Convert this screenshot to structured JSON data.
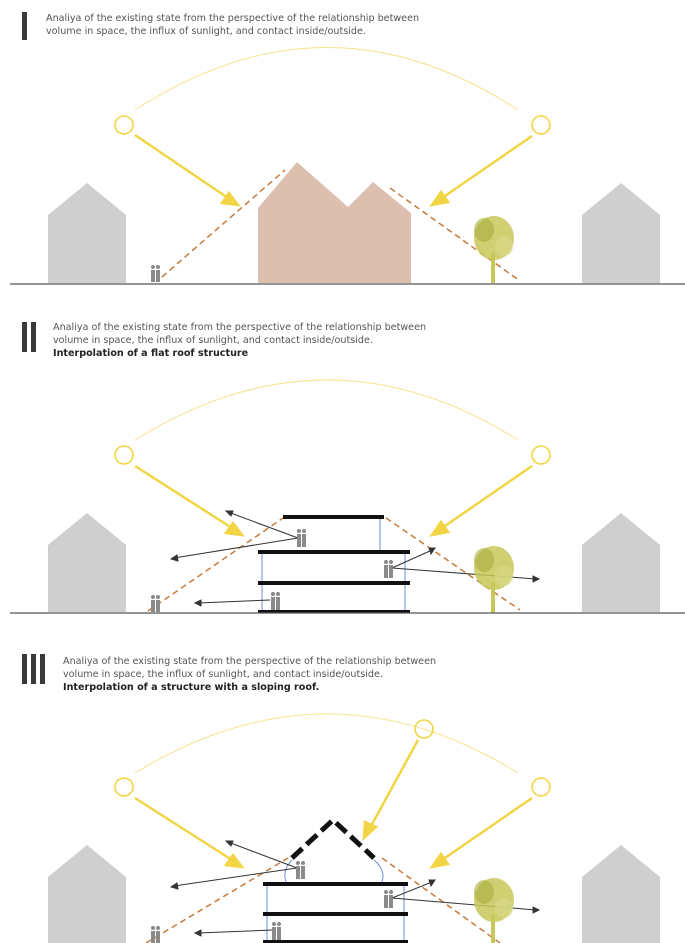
{
  "panels": [
    {
      "numeral": "I",
      "caption_line1": "Analiya of the existing state from the perspective of the relationship between",
      "caption_line2": "volume in space, the influx of sunlight, and contact inside/outside.",
      "caption_bold": ""
    },
    {
      "numeral": "II",
      "caption_line1": "Analiya of the existing state from the perspective of the relationship between",
      "caption_line2": "volume in space, the influx of sunlight, and contact inside/outside.",
      "caption_bold": "Interpolation of a flat roof structure"
    },
    {
      "numeral": "III",
      "caption_line1": "Analiya of the existing state from the perspective of the relationship between",
      "caption_line2": "volume in space, the influx of sunlight, and contact inside/outside.",
      "caption_bold": "Interpolation of a structure with a sloping roof."
    }
  ],
  "colors": {
    "sun": "#f2d544",
    "sun_arc": "#f6e28a",
    "neighbor_house": "#cfcfcf",
    "existing_building": "#ddbfb0",
    "sightline": "#c87a3a",
    "ground": "#555555",
    "floor_slab": "#111111",
    "tree": "#c8c85a",
    "person": "#8a8a8a"
  },
  "icons": [
    "sun-icon",
    "house-icon",
    "tree-icon",
    "person-icon"
  ]
}
